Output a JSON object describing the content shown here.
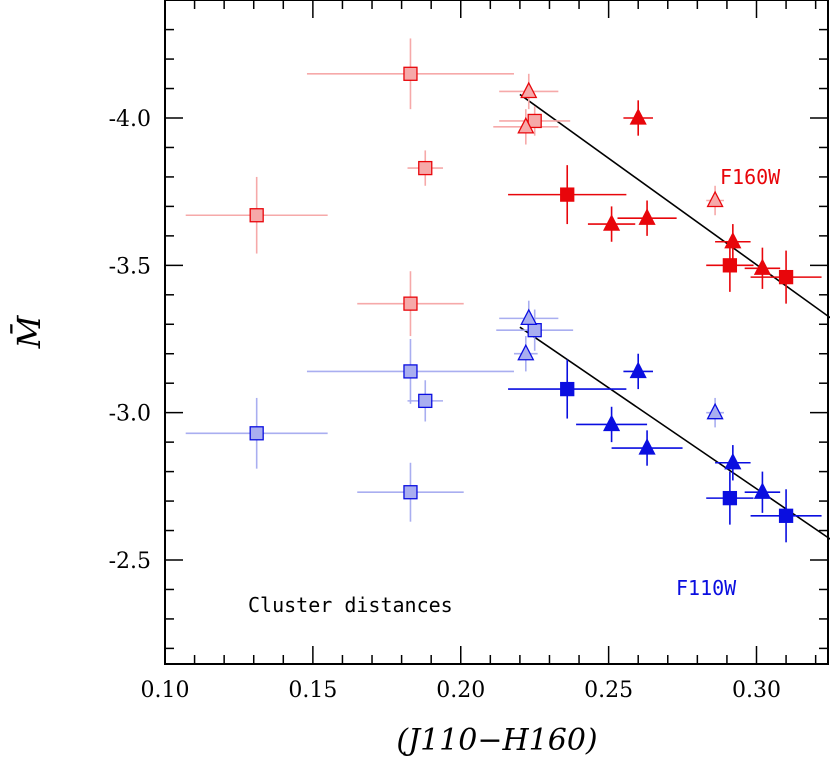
{
  "chart_data": {
    "type": "scatter",
    "xlabel": "(J110−H160)",
    "ylabel": "M̄",
    "xlim": [
      0.1,
      0.325
    ],
    "ylim": [
      -2.15,
      -4.4
    ],
    "x_ticks": [
      "0.10",
      "0.15",
      "0.20",
      "0.25",
      "0.30"
    ],
    "y_ticks": [
      "-2.5",
      "-3.0",
      "-3.5",
      "-4.0"
    ],
    "annotations": {
      "cluster_distances": "Cluster distances",
      "f160w": "F160W",
      "f110w": "F110W"
    },
    "colors": {
      "red": "#e8060b",
      "red_light": "#f6a9a9",
      "blue": "#0a0ee0",
      "blue_light": "#a9aef0"
    },
    "series": [
      {
        "name": "F160W",
        "color": "#e8060b",
        "light_color": "#f6a9a9",
        "points": [
          {
            "x": 0.183,
            "y": -4.15,
            "xerr": 0.035,
            "yerr": 0.12,
            "marker": "square",
            "light": true
          },
          {
            "x": 0.225,
            "y": -3.99,
            "xerr": 0.012,
            "yerr": 0.05,
            "marker": "square",
            "light": true
          },
          {
            "x": 0.188,
            "y": -3.83,
            "xerr": 0.006,
            "yerr": 0.06,
            "marker": "square",
            "light": true
          },
          {
            "x": 0.131,
            "y": -3.67,
            "xerr": 0.024,
            "yerr": 0.13,
            "marker": "square",
            "light": true
          },
          {
            "x": 0.183,
            "y": -3.37,
            "xerr": 0.018,
            "yerr": 0.11,
            "marker": "square",
            "light": true
          },
          {
            "x": 0.223,
            "y": -4.09,
            "xerr": 0.01,
            "yerr": 0.06,
            "marker": "triangle",
            "light": true
          },
          {
            "x": 0.222,
            "y": -3.97,
            "xerr": 0.011,
            "yerr": 0.06,
            "marker": "triangle",
            "light": true
          },
          {
            "x": 0.286,
            "y": -3.72,
            "xerr": 0.003,
            "yerr": 0.05,
            "marker": "triangle",
            "light": true
          },
          {
            "x": 0.236,
            "y": -3.74,
            "xerr": 0.02,
            "yerr": 0.1,
            "marker": "square",
            "light": false
          },
          {
            "x": 0.291,
            "y": -3.5,
            "xerr": 0.008,
            "yerr": 0.09,
            "marker": "square",
            "light": false
          },
          {
            "x": 0.31,
            "y": -3.46,
            "xerr": 0.012,
            "yerr": 0.09,
            "marker": "square",
            "light": false
          },
          {
            "x": 0.26,
            "y": -4.0,
            "xerr": 0.005,
            "yerr": 0.06,
            "marker": "triangle",
            "light": false
          },
          {
            "x": 0.251,
            "y": -3.64,
            "xerr": 0.008,
            "yerr": 0.06,
            "marker": "triangle",
            "light": false
          },
          {
            "x": 0.263,
            "y": -3.66,
            "xerr": 0.01,
            "yerr": 0.06,
            "marker": "triangle",
            "light": false
          },
          {
            "x": 0.292,
            "y": -3.58,
            "xerr": 0.006,
            "yerr": 0.06,
            "marker": "triangle",
            "light": false
          },
          {
            "x": 0.302,
            "y": -3.49,
            "xerr": 0.006,
            "yerr": 0.07,
            "marker": "triangle",
            "light": false
          }
        ]
      },
      {
        "name": "F110W",
        "color": "#0a0ee0",
        "light_color": "#a9aef0",
        "points": [
          {
            "x": 0.225,
            "y": -3.28,
            "xerr": 0.013,
            "yerr": 0.07,
            "marker": "square",
            "light": true
          },
          {
            "x": 0.183,
            "y": -3.14,
            "xerr": 0.035,
            "yerr": 0.11,
            "marker": "square",
            "light": true
          },
          {
            "x": 0.188,
            "y": -3.04,
            "xerr": 0.006,
            "yerr": 0.07,
            "marker": "square",
            "light": true
          },
          {
            "x": 0.131,
            "y": -2.93,
            "xerr": 0.024,
            "yerr": 0.12,
            "marker": "square",
            "light": true
          },
          {
            "x": 0.183,
            "y": -2.73,
            "xerr": 0.018,
            "yerr": 0.1,
            "marker": "square",
            "light": true
          },
          {
            "x": 0.223,
            "y": -3.32,
            "xerr": 0.01,
            "yerr": 0.06,
            "marker": "triangle",
            "light": true
          },
          {
            "x": 0.222,
            "y": -3.2,
            "xerr": 0.004,
            "yerr": 0.06,
            "marker": "triangle",
            "light": true
          },
          {
            "x": 0.286,
            "y": -3.0,
            "xerr": 0.003,
            "yerr": 0.05,
            "marker": "triangle",
            "light": true
          },
          {
            "x": 0.236,
            "y": -3.08,
            "xerr": 0.02,
            "yerr": 0.1,
            "marker": "square",
            "light": false
          },
          {
            "x": 0.291,
            "y": -2.71,
            "xerr": 0.008,
            "yerr": 0.09,
            "marker": "square",
            "light": false
          },
          {
            "x": 0.31,
            "y": -2.65,
            "xerr": 0.012,
            "yerr": 0.09,
            "marker": "square",
            "light": false
          },
          {
            "x": 0.26,
            "y": -3.14,
            "xerr": 0.005,
            "yerr": 0.06,
            "marker": "triangle",
            "light": false
          },
          {
            "x": 0.251,
            "y": -2.96,
            "xerr": 0.012,
            "yerr": 0.06,
            "marker": "triangle",
            "light": false
          },
          {
            "x": 0.263,
            "y": -2.88,
            "xerr": 0.012,
            "yerr": 0.06,
            "marker": "triangle",
            "light": false
          },
          {
            "x": 0.292,
            "y": -2.83,
            "xerr": 0.006,
            "yerr": 0.06,
            "marker": "triangle",
            "light": false
          },
          {
            "x": 0.302,
            "y": -2.73,
            "xerr": 0.006,
            "yerr": 0.07,
            "marker": "triangle",
            "light": false
          }
        ]
      }
    ],
    "fit_lines": [
      {
        "name": "F160W fit",
        "x": [
          0.22,
          0.328
        ],
        "y": [
          -4.08,
          -3.3
        ]
      },
      {
        "name": "F110W fit",
        "x": [
          0.22,
          0.328
        ],
        "y": [
          -3.29,
          -2.55
        ]
      }
    ]
  }
}
